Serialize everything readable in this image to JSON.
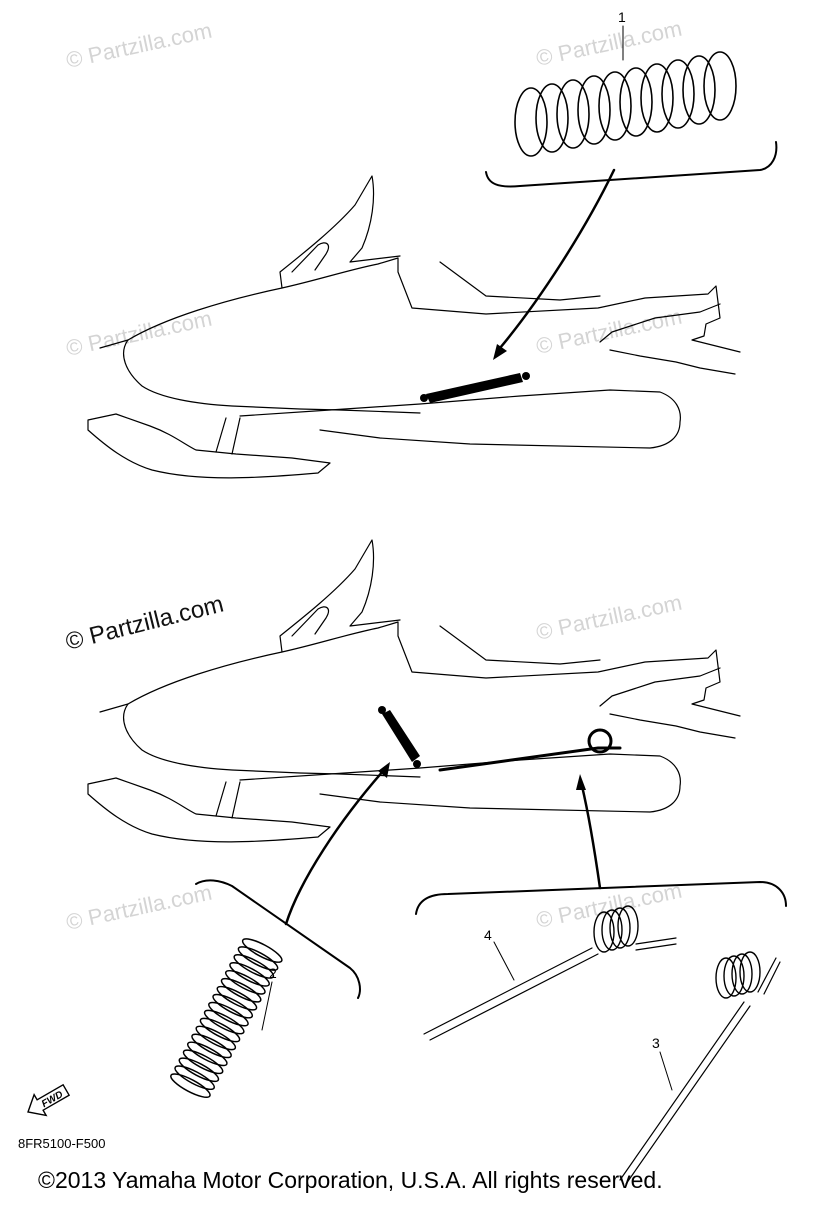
{
  "diagram": {
    "watermark": "© Partzilla.com",
    "callouts": {
      "c1": "1",
      "c2": "2",
      "c3": "3",
      "c4": "4"
    },
    "fwd_label": "FWD",
    "part_code": "8FR5100-F500",
    "copyright": "©2013  Yamaha Motor Corporation, U.S.A. All rights reserved."
  }
}
